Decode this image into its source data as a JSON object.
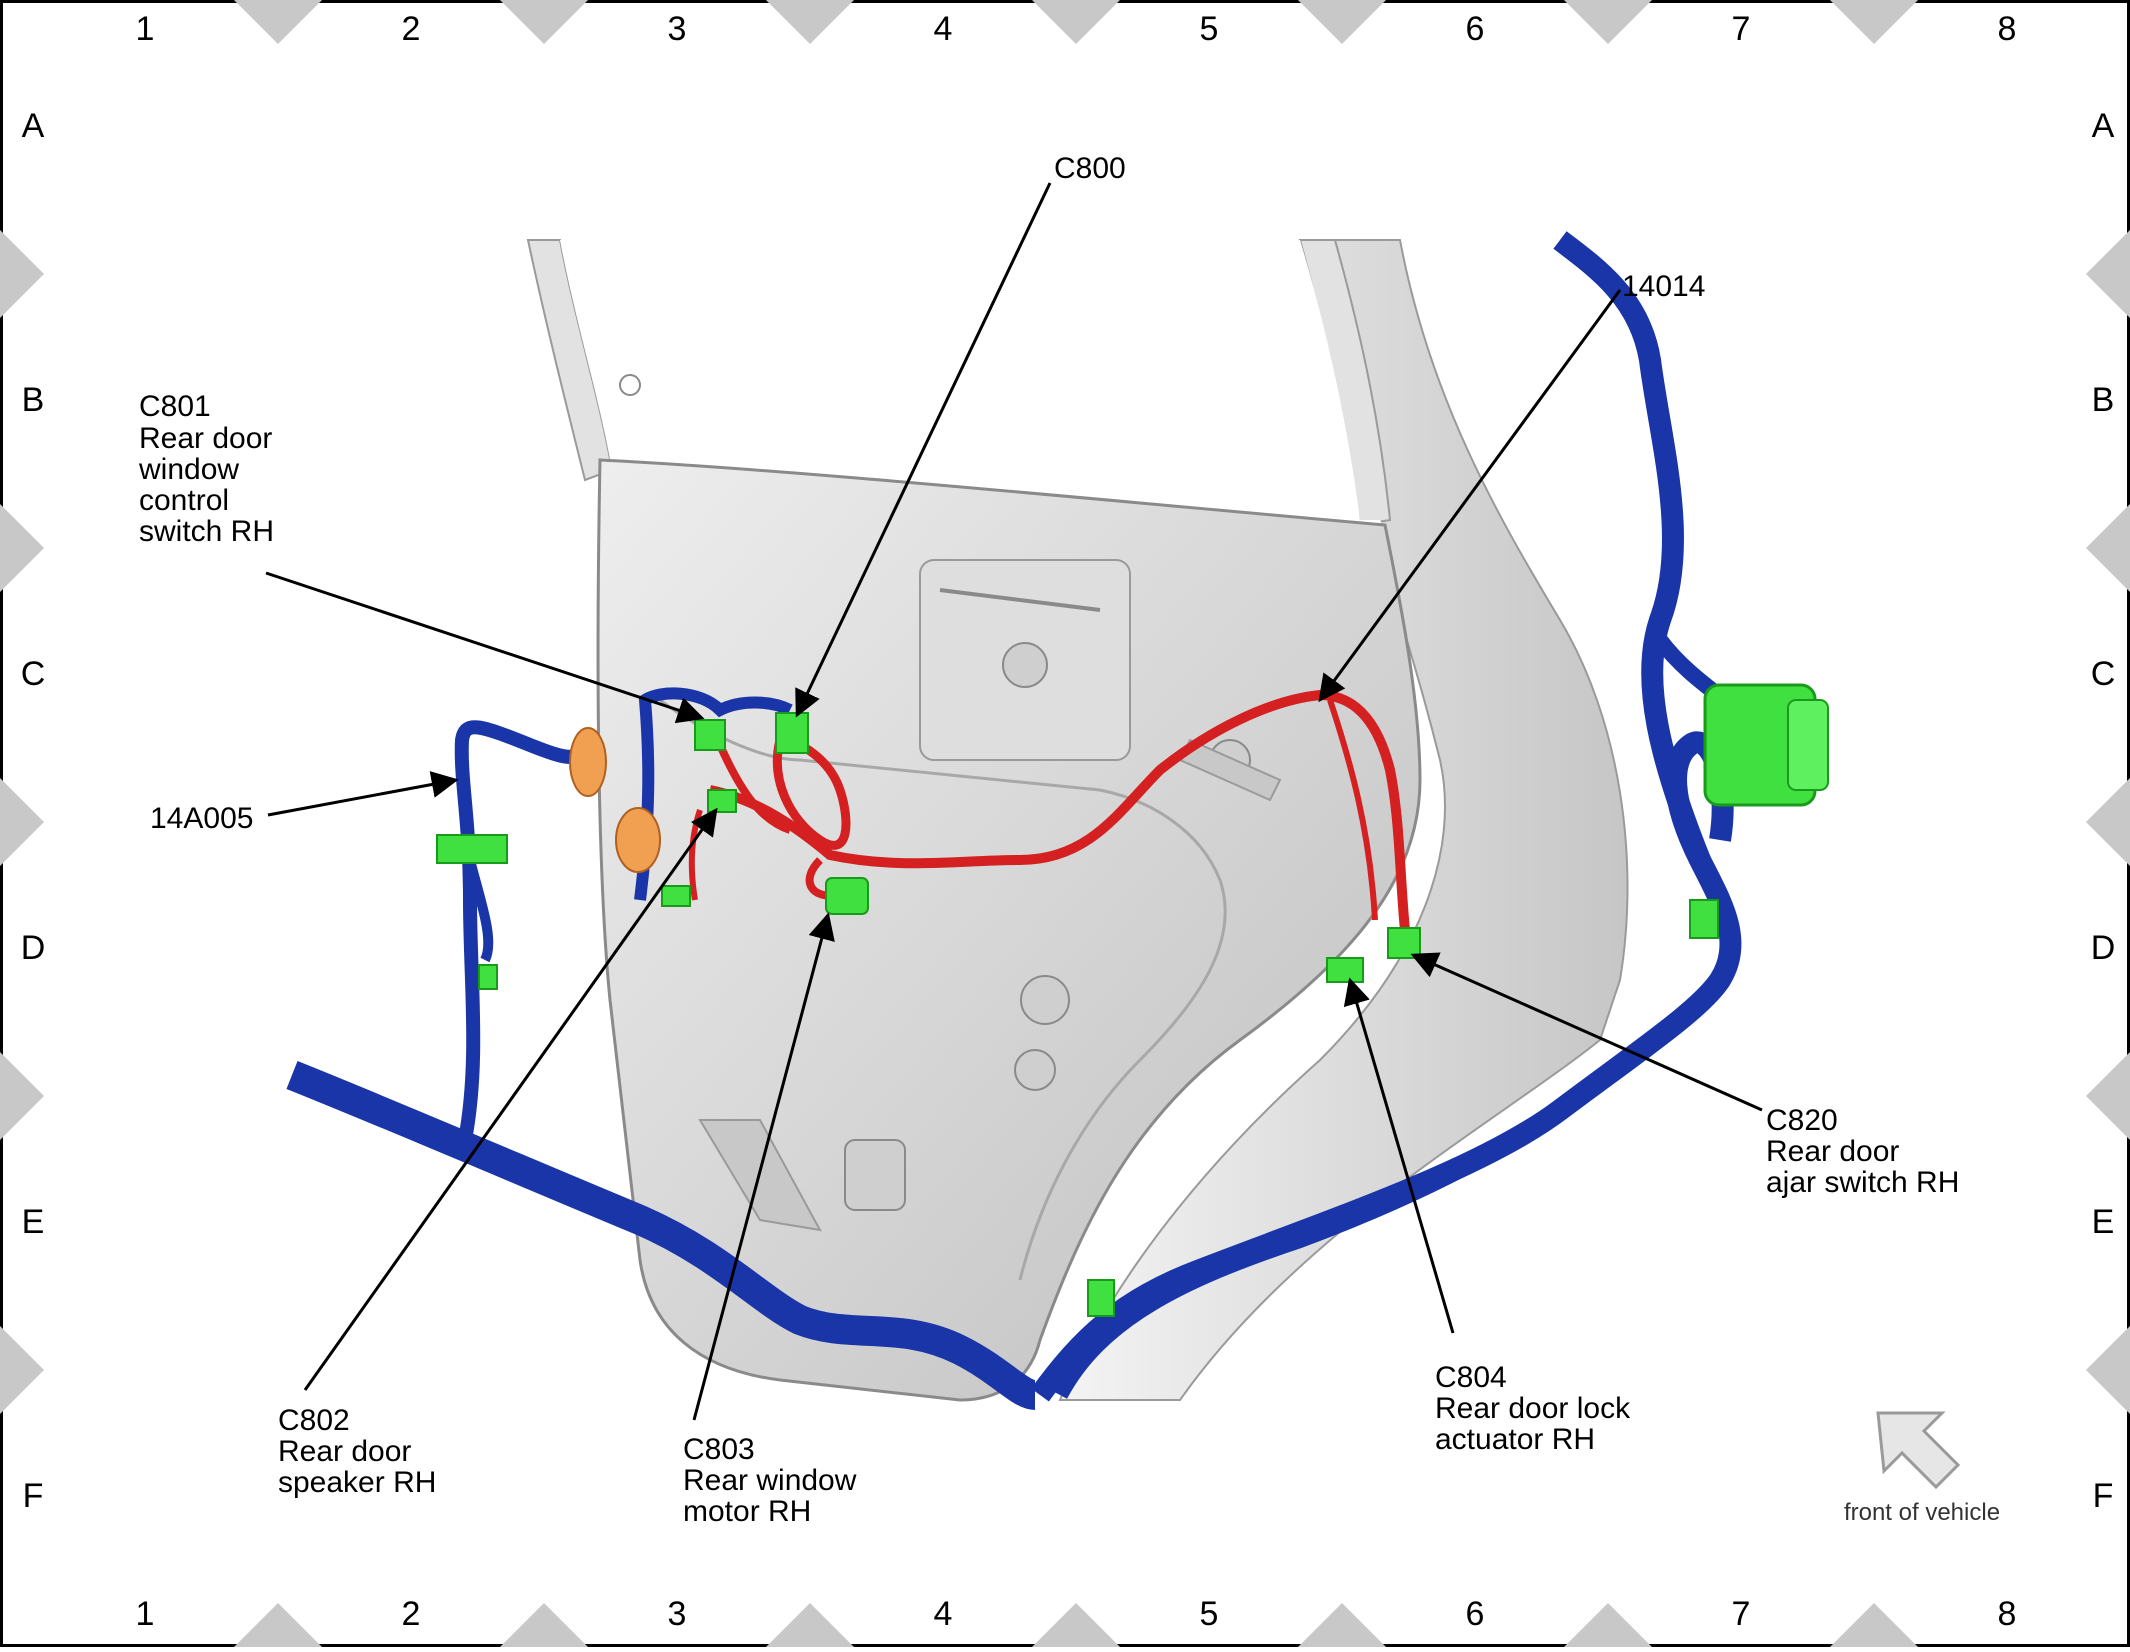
{
  "grid": {
    "columns": [
      "1",
      "2",
      "3",
      "4",
      "5",
      "6",
      "7",
      "8"
    ],
    "rows": [
      "A",
      "B",
      "C",
      "D",
      "E",
      "F"
    ]
  },
  "callouts": [
    {
      "id": "c800",
      "lines": [
        "C800"
      ]
    },
    {
      "id": "h14014",
      "lines": [
        "14014"
      ]
    },
    {
      "id": "c801",
      "lines": [
        "C801",
        "Rear door",
        "window",
        "control",
        "switch RH"
      ]
    },
    {
      "id": "h14a005",
      "lines": [
        "14A005"
      ]
    },
    {
      "id": "c802",
      "lines": [
        "C802",
        "Rear door",
        "speaker RH"
      ]
    },
    {
      "id": "c803",
      "lines": [
        "C803",
        "Rear window",
        "motor RH"
      ]
    },
    {
      "id": "c804",
      "lines": [
        "C804",
        "Rear door lock",
        "actuator RH"
      ]
    },
    {
      "id": "c820",
      "lines": [
        "C820",
        "Rear door",
        "ajar switch RH"
      ]
    }
  ],
  "direction_indicator": {
    "label": "front of vehicle"
  },
  "colors": {
    "harness_blue": "#1a35a8",
    "harness_red": "#d42020",
    "connector_green": "#3fe03f",
    "grommet_orange": "#f0a050",
    "panel_gray": "#d4d4d4",
    "frame_diamond": "#c8c8c8"
  }
}
